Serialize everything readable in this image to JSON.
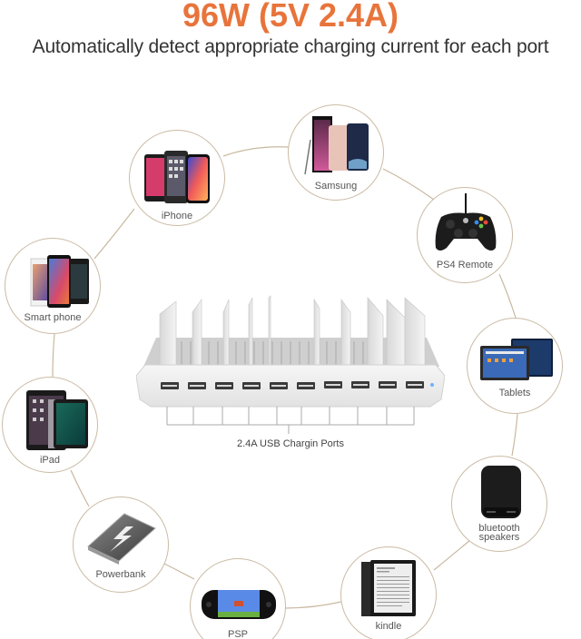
{
  "header": {
    "title": "96W (5V 2.4A)",
    "subtitle": "Automatically detect appropriate charging current for each port"
  },
  "colors": {
    "title": "#e8743b",
    "subtitle": "#333333",
    "circle_border": "#cbbba5",
    "connector_line": "#c9b8a0",
    "dock_body": "#efefef",
    "usb_port": "#3a3a3a",
    "led": "#6fb0ff"
  },
  "dock": {
    "label": "2.4A USB Chargin Ports",
    "port_count": 10,
    "port_current": "2.4A"
  },
  "devices": [
    {
      "id": "iphone",
      "label": "iPhone",
      "icon": "iphone-group-icon"
    },
    {
      "id": "samsung",
      "label": "Samsung",
      "icon": "samsung-phones-icon"
    },
    {
      "id": "ps4-remote",
      "label": "PS4 Remote",
      "icon": "game-controller-icon"
    },
    {
      "id": "smart-phone",
      "label": "Smart phone",
      "icon": "smartphones-icon"
    },
    {
      "id": "tablets",
      "label": "Tablets",
      "icon": "tablets-icon"
    },
    {
      "id": "ipad",
      "label": "iPad",
      "icon": "ipad-icon"
    },
    {
      "id": "bluetooth-speakers",
      "label_line1": "bluetooth",
      "label_line2": "speakers",
      "icon": "speaker-icon"
    },
    {
      "id": "powerbank",
      "label": "Powerbank",
      "icon": "powerbank-icon"
    },
    {
      "id": "psp",
      "label": "PSP",
      "icon": "handheld-console-icon"
    },
    {
      "id": "kindle",
      "label": "kindle",
      "icon": "ereader-icon"
    }
  ]
}
